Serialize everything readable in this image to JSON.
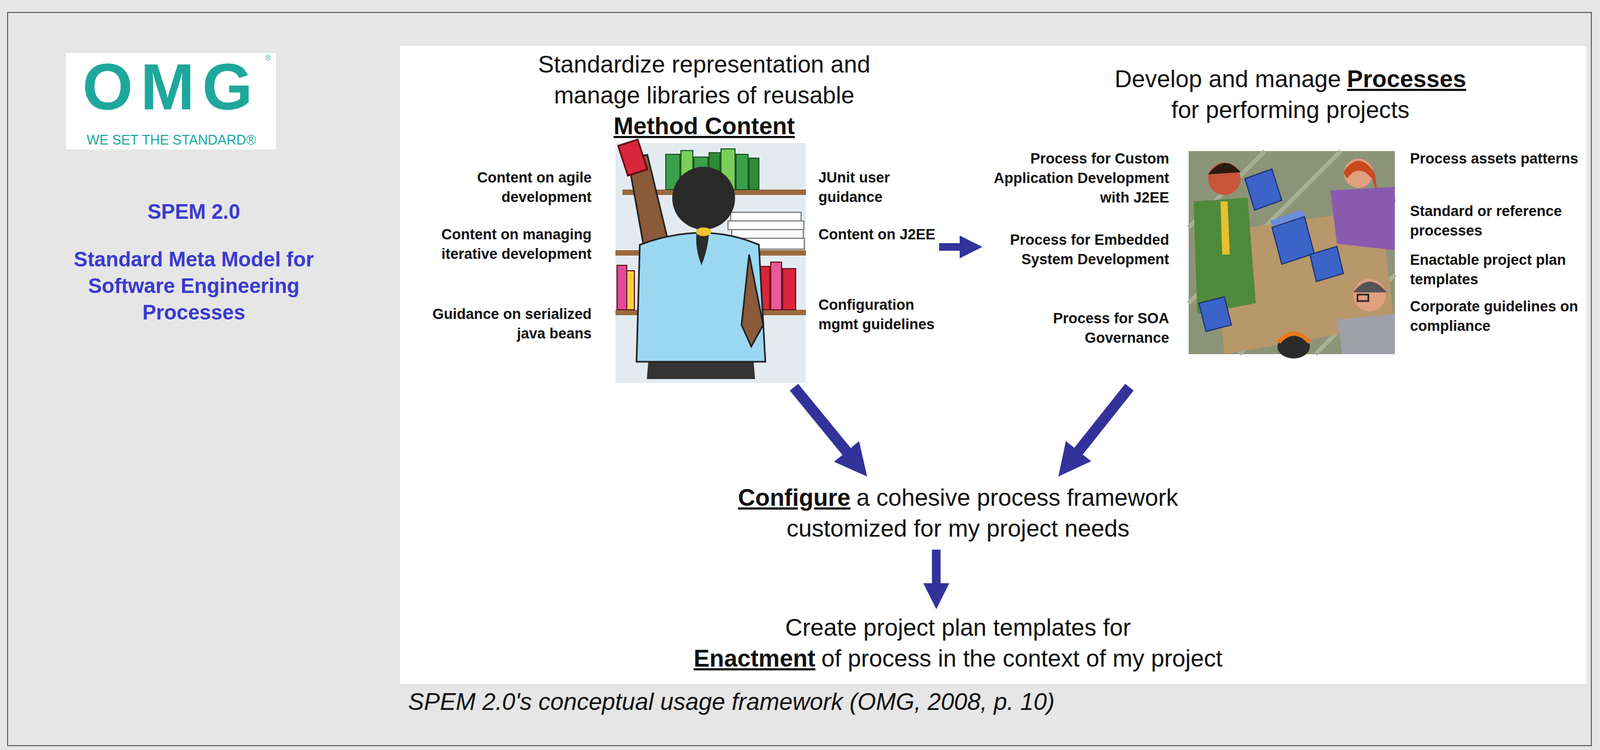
{
  "diagram": {
    "title": "SPEM 2.0",
    "caption": "SPEM 2.0's conceptual usage framework (OMG, 2008, p. 10)",
    "nodes": [
      {
        "text": [
          "Standardize representation and manage libraries of reusable",
          "Method Content",
          "Content on agile development",
          "Content on managing iterative development",
          "Guidance on serialized java beans",
          "JUnit user guidance",
          "Content on J2EE",
          "Configuration mgmt guidelines"
        ]
      },
      {
        "text": [
          "Develop and manage",
          "Processes",
          "for performing projects",
          "Process for Custom Application Development with J2EE",
          "Process for Embedded System Development",
          "Process for SOA Governance",
          "Process assets patterns",
          "Standard or reference processes",
          "Enactable project plan templates",
          "Corporate guidelines on compliance"
        ]
      },
      {
        "text": [
          "Configure",
          "a cohesive process framework customized for my project needs"
        ]
      },
      {
        "text": [
          "Create project plan templates for",
          "Enactment",
          "of process in the context of my project"
        ]
      }
    ],
    "edges": [
      {
        "from": 0,
        "to": 1,
        "arrow": "to"
      },
      {
        "from": 0,
        "to": 2,
        "arrow": "to"
      },
      {
        "from": 1,
        "to": 2,
        "arrow": "to"
      },
      {
        "from": 2,
        "to": 3,
        "arrow": "to"
      }
    ],
    "labels": [
      "OMG",
      "®",
      "WE SET THE STANDARD®",
      "Standard Meta Model for Software Engineering Processes"
    ]
  }
}
